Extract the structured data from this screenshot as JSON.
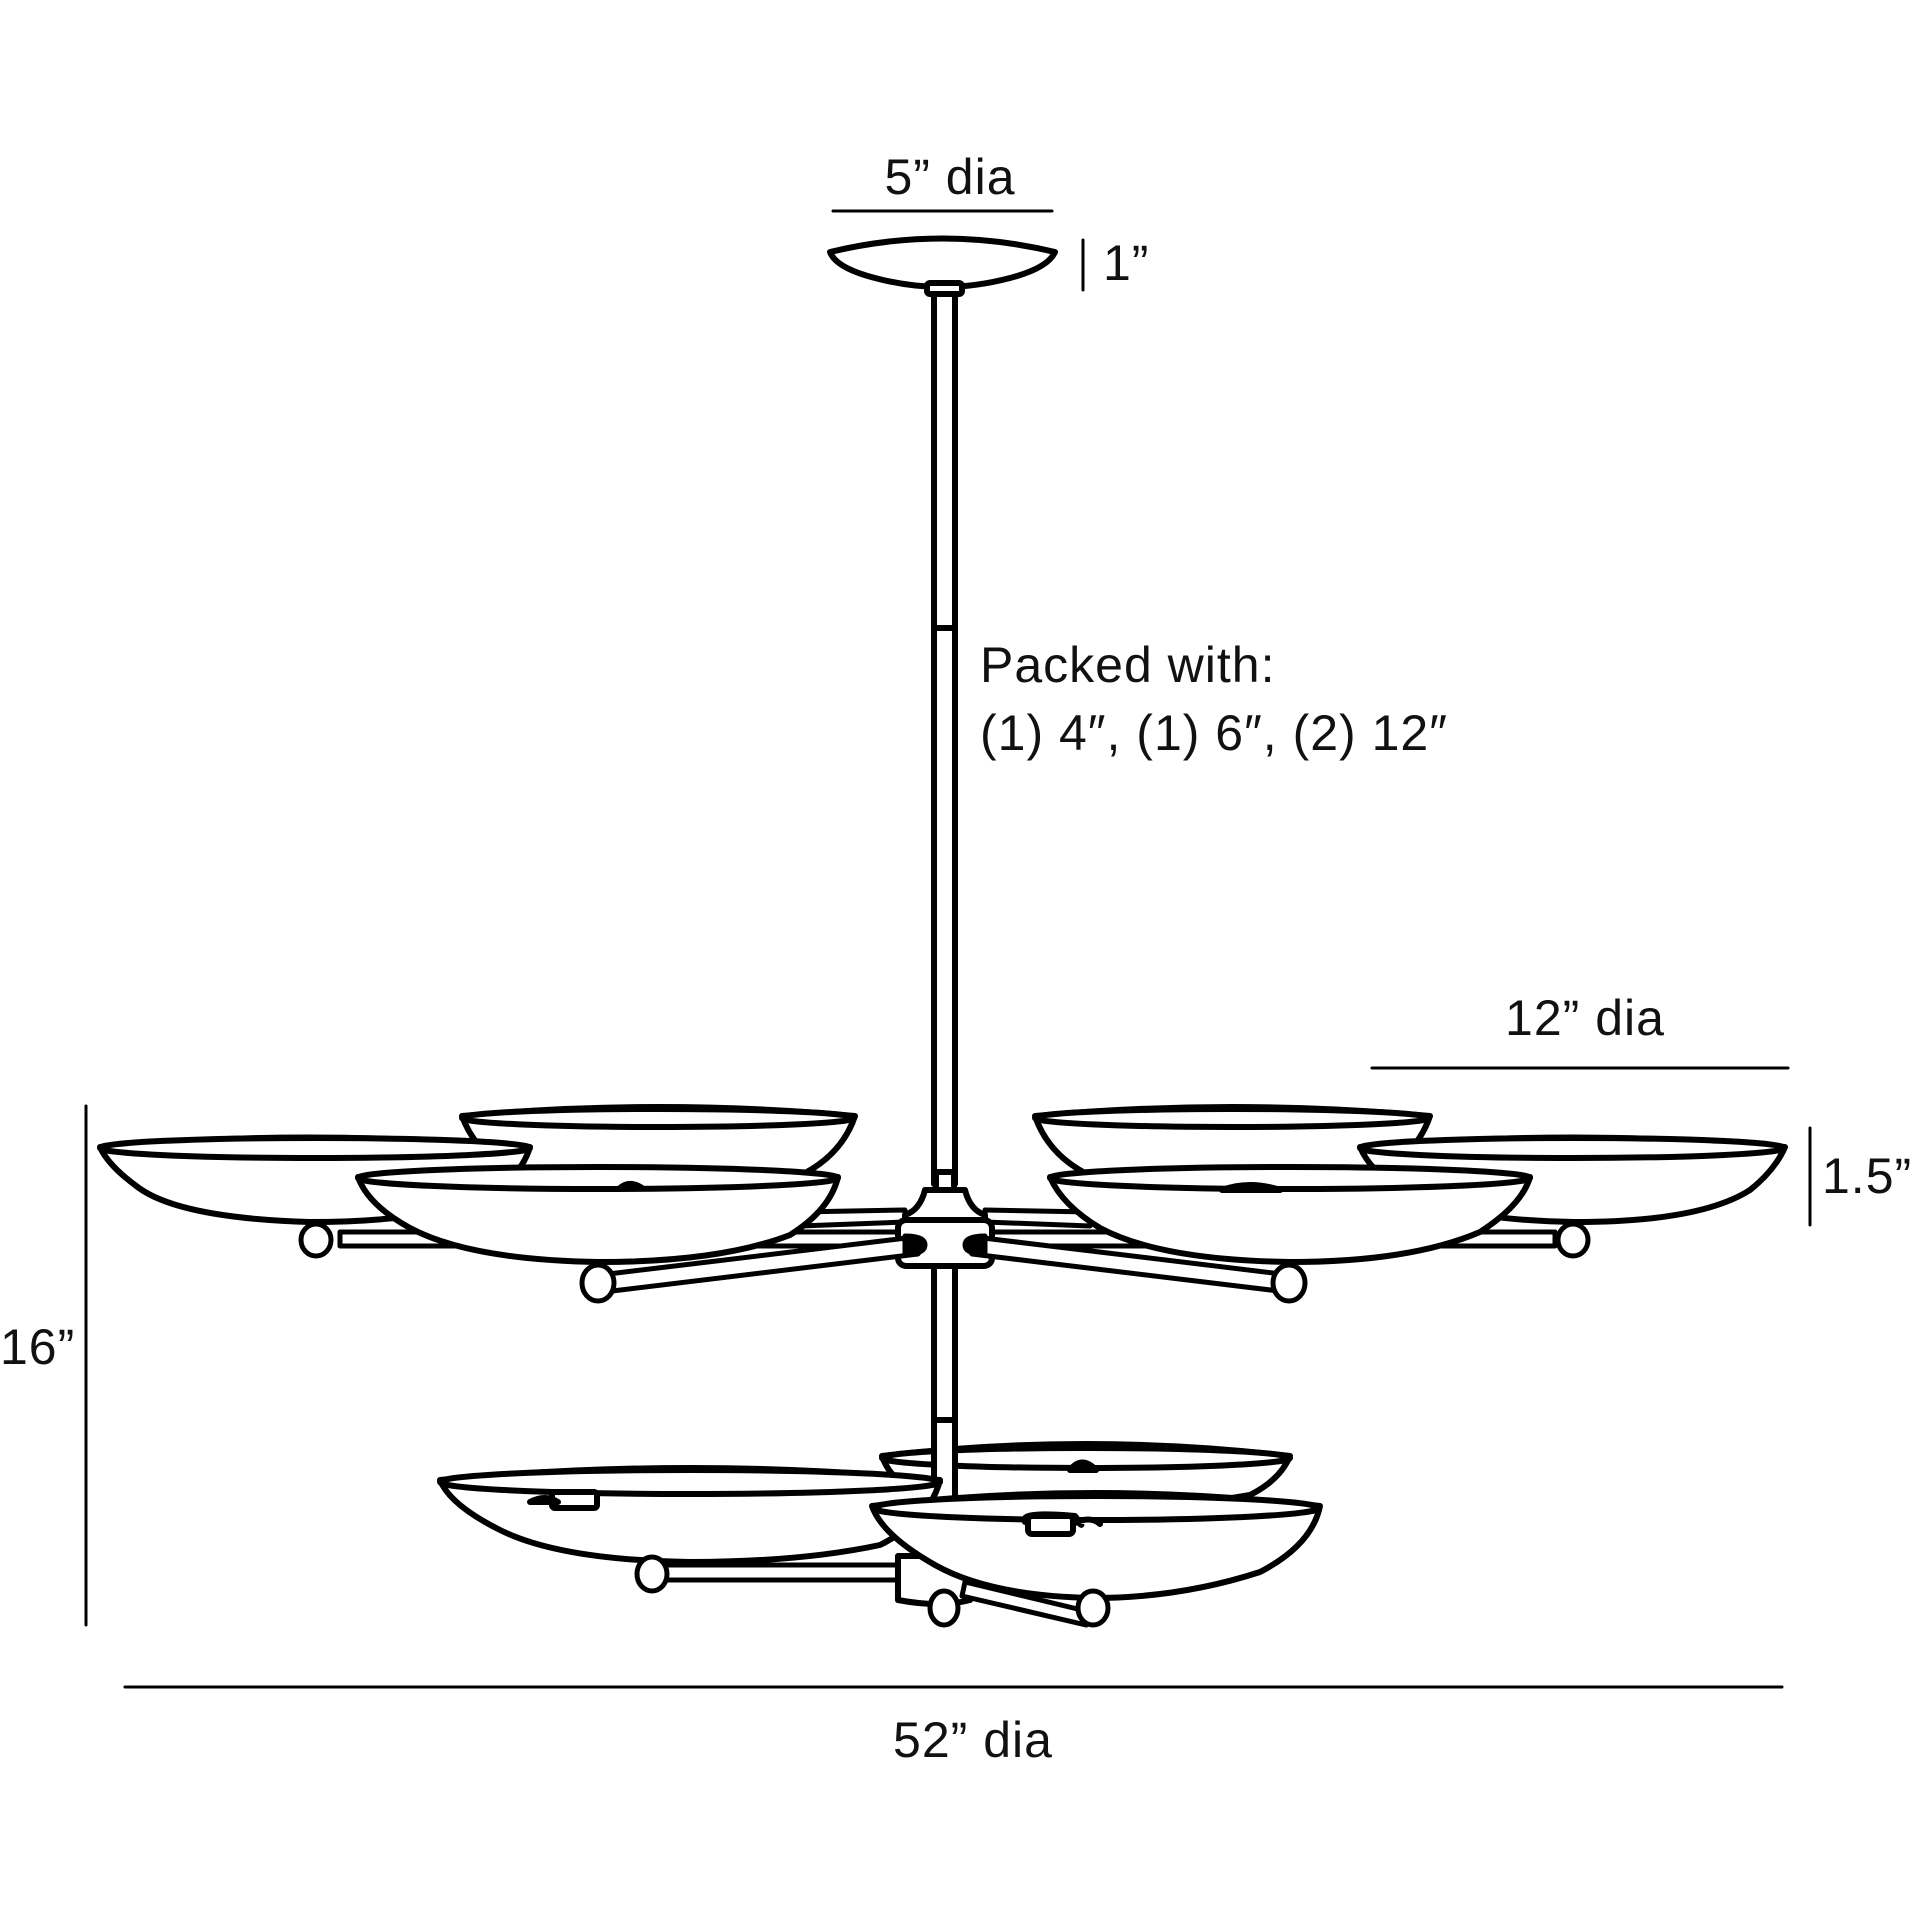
{
  "drawing": {
    "type": "chandelier dimension drawing",
    "stroke_color": "#000000",
    "background": "#ffffff"
  },
  "dimensions": {
    "canopy_diameter": "5” dia",
    "canopy_height": "1”",
    "shade_diameter": "12” dia",
    "shade_height": "1.5”",
    "fixture_height": "16”",
    "overall_diameter": "52” dia"
  },
  "notes": {
    "packed_line1": "Packed with:",
    "packed_line2": "(1) 4″, (1) 6″, (2) 12″"
  },
  "components": {
    "upper_tier_shades": 6,
    "lower_tier_shades": 3
  }
}
